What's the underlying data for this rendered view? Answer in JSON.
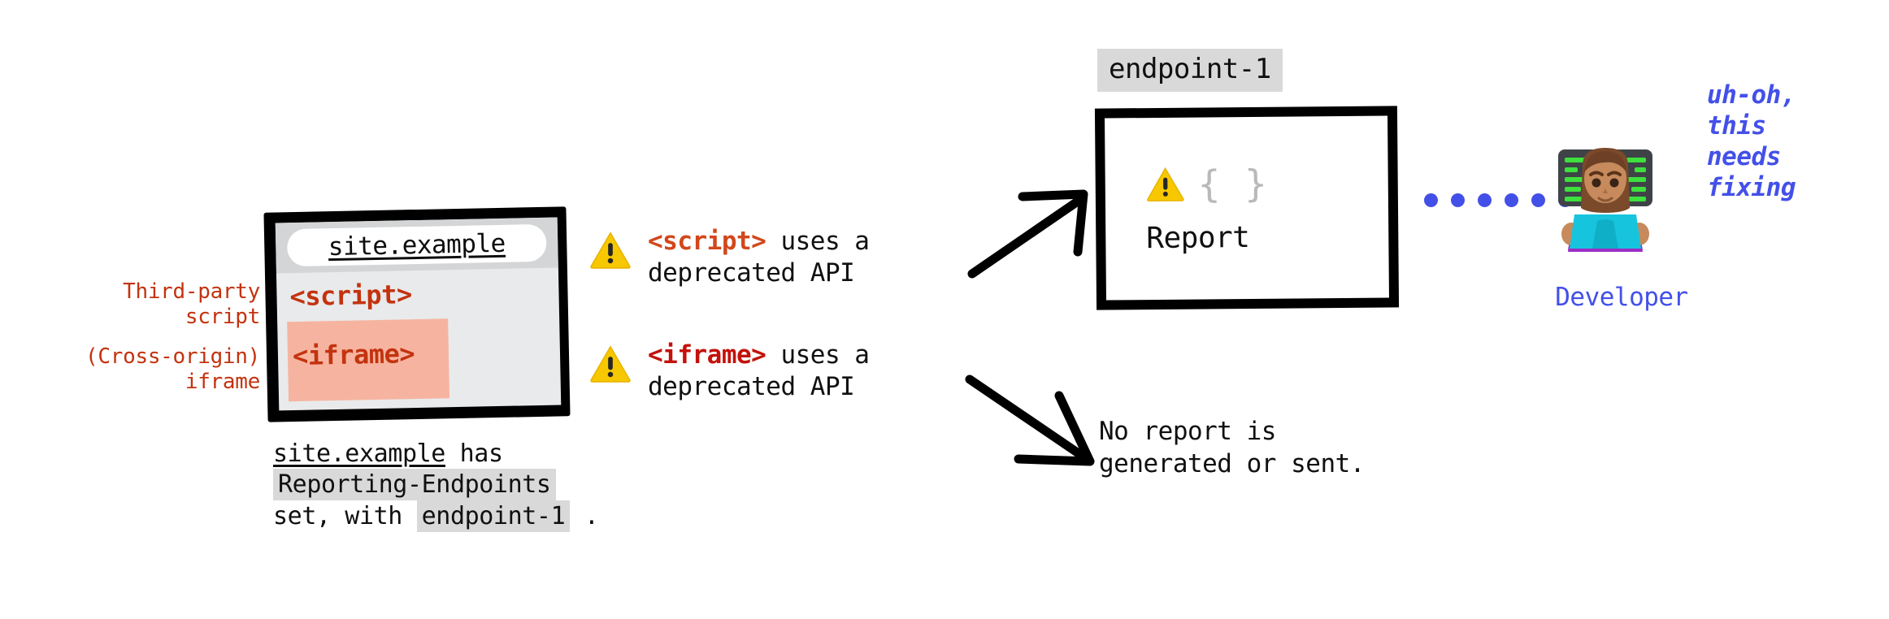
{
  "left_annotations": {
    "script_label": "Third-party\nscript",
    "iframe_label": "(Cross-origin)\niframe"
  },
  "browser": {
    "url": "site.example",
    "script_tag": "<script>",
    "iframe_tag": "<iframe>"
  },
  "caption": {
    "site": "site.example",
    "has": " has",
    "header": "Reporting-Endpoints",
    "set_with": "set, with ",
    "endpoint": "endpoint-1",
    "period": " ."
  },
  "warnings": [
    {
      "icon": "warning-triangle-icon",
      "tag": "<script>",
      "rest": " uses a\ndeprecated API"
    },
    {
      "icon": "warning-triangle-icon",
      "tag": "<iframe>",
      "rest": " uses a\ndeprecated API"
    }
  ],
  "endpoint_chip": "endpoint-1",
  "report": {
    "warning_icon": "warning-triangle-icon",
    "braces": "{ }",
    "label": "Report"
  },
  "no_report": "No report is\ngenerated or sent.",
  "dots_count": 6,
  "developer": {
    "emoji": "woman-technologist-emoji",
    "label": "Developer",
    "speech": "uh-oh,\nthis\nneeds\nfixing"
  },
  "colors": {
    "red": "#C3330F",
    "orange_red": "#D2471B",
    "deep_red": "#C3120B",
    "blue": "#4350E8",
    "warning_yellow": "#F7C800",
    "chip_gray": "#d9d9d9",
    "iframe_highlight": "#f6b4a0"
  }
}
